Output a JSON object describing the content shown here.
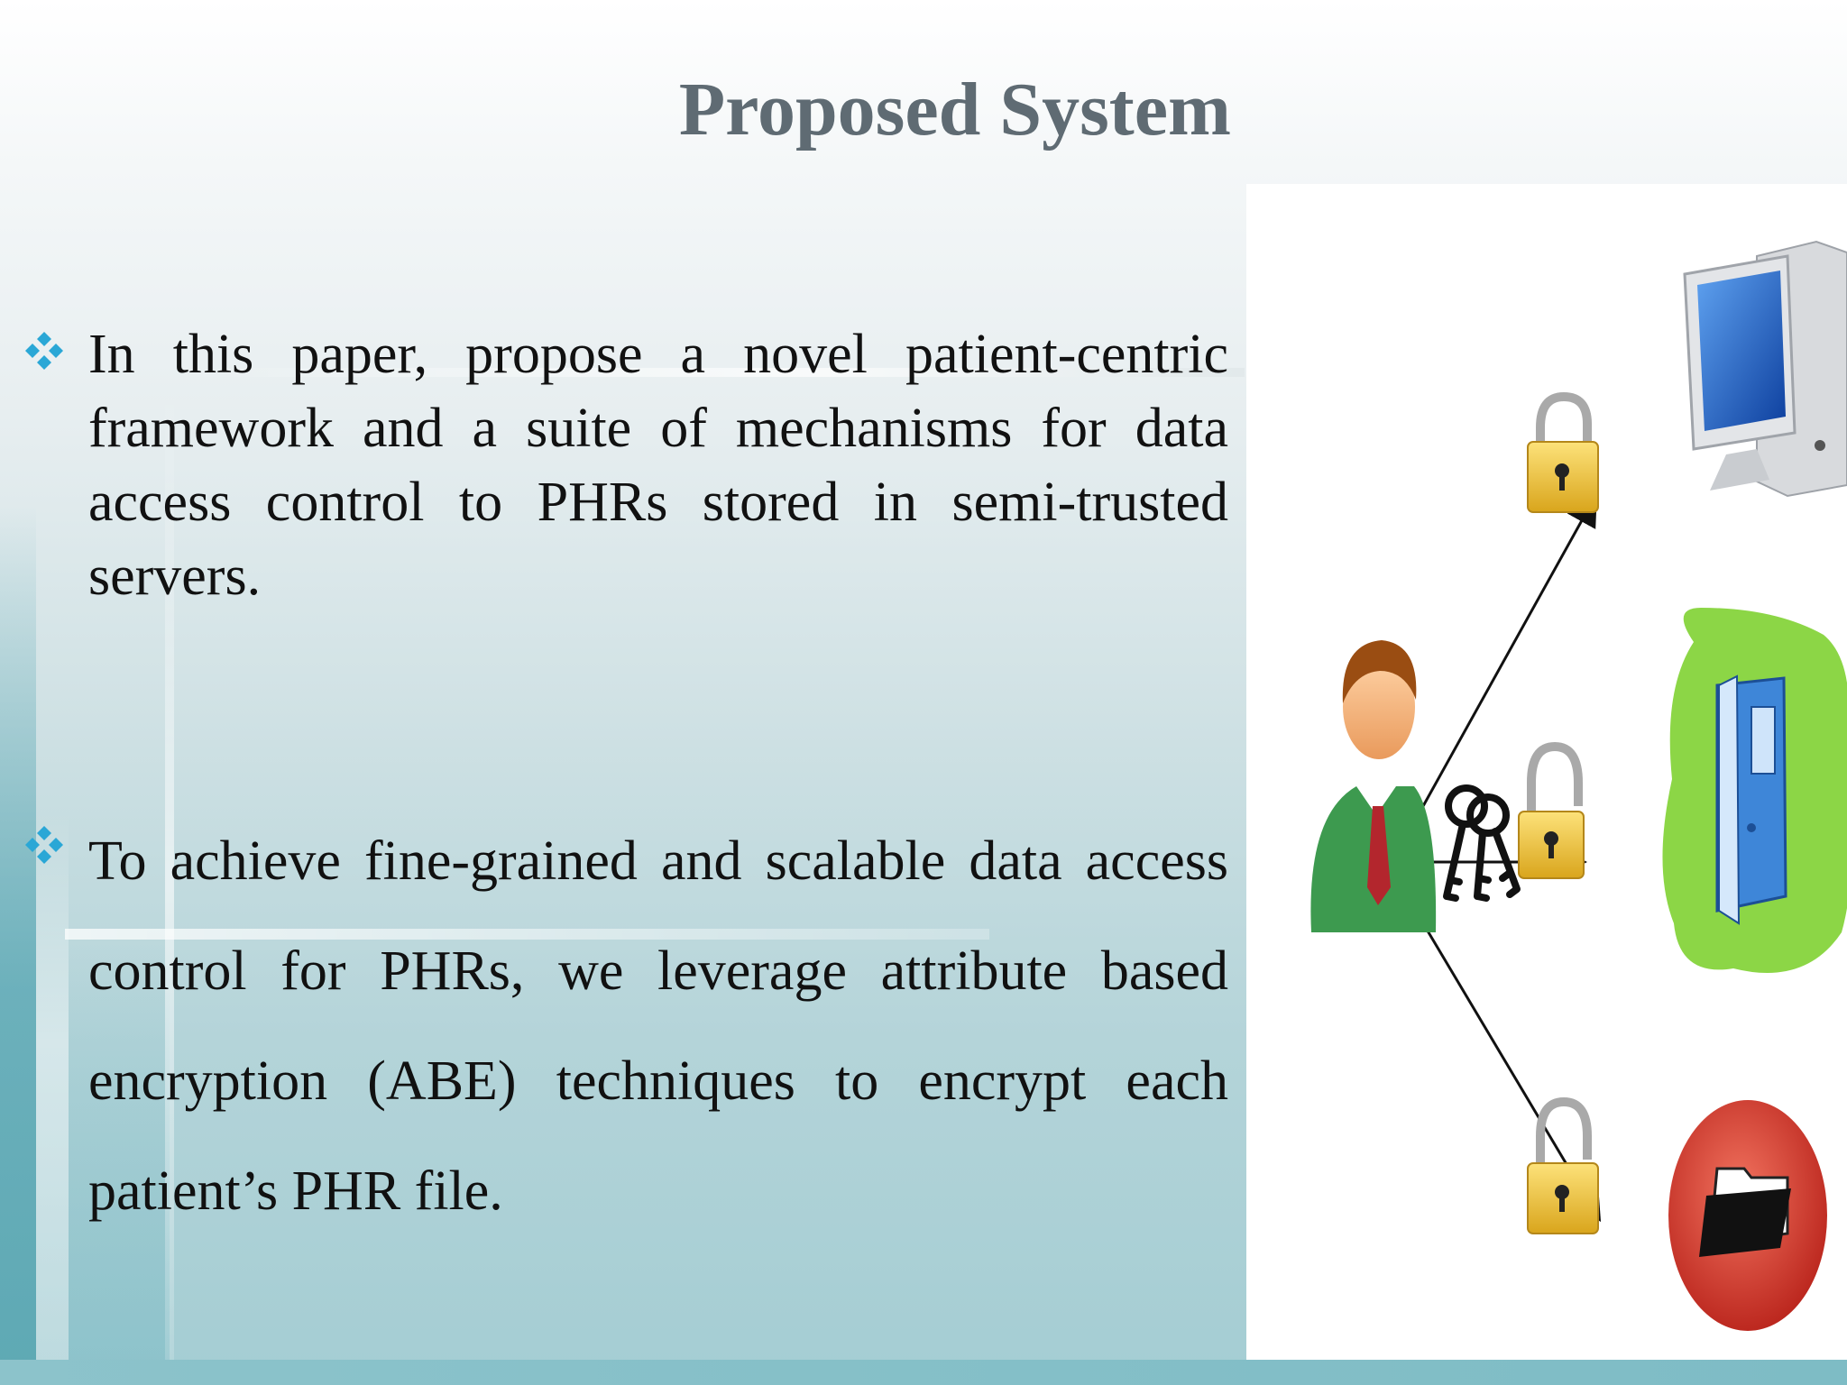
{
  "slide": {
    "title": "Proposed System",
    "bullets": [
      "In this paper, propose a novel patient-centric framework and a suite of mechanisms for data access control to PHRs stored in semi-trusted servers.",
      "To achieve fine-grained and scalable data access control for PHRs, we leverage attribute based encryption (ABE) techniques to encrypt each patient’s PHR file."
    ]
  },
  "illustration": {
    "icons": [
      "user-icon",
      "keys-icon",
      "padlock-icon",
      "computer-icon",
      "door-icon",
      "folder-icon"
    ],
    "colors": {
      "bullet": "#2aa7d6",
      "title": "#5f6b73",
      "padlock": "#f2c230",
      "monitor": "#1f64c8",
      "door": "#3e86d8",
      "splash": "#8cd646",
      "folder_circle": "#d8382a"
    }
  }
}
